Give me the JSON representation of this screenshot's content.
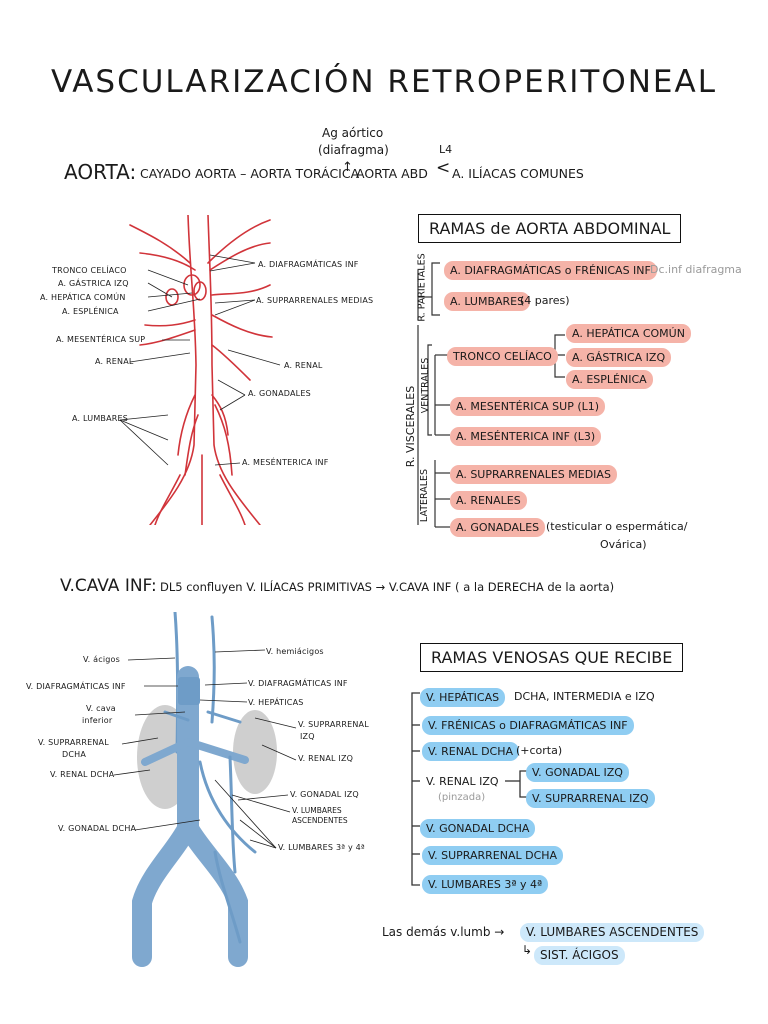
{
  "title": "VASCULARIZACIÓN RETROPERITONEAL",
  "aorta": {
    "label": "AORTA:",
    "text1": "CAYADO AORTA – AORTA TORÁCICA",
    "ag_note1": "Ag aórtico",
    "ag_note2": "(diafragma)",
    "text2": "AORTA ABD",
    "l4_note": "L4",
    "text3": "A. ILÍACAS COMUNES"
  },
  "aorta_diagram": {
    "labels_left": [
      "TRONCO CELÍACO",
      "A. GÁSTRICA IZQ",
      "A. HEPÁTICA COMÚN",
      "A. ESPLÉNICA",
      "A. MESENTÉRICA SUP",
      "A. RENAL",
      "A. LUMBARES"
    ],
    "labels_right": [
      "A. DIAFRAGMÁTICAS INF",
      "A. SUPRARRENALES MEDIAS",
      "A. RENAL",
      "A. GONADALES",
      "A. MESÉNTERICA INF"
    ]
  },
  "ramas_aorta": {
    "header": "RAMAS de AORTA ABDOMINAL",
    "parietales_label": "R. PARIETALES",
    "viscerales_label": "R. VISCERALES",
    "ventrales_label": "VENTRALES",
    "laterales_label": "LATERALES",
    "diafragmaticas": "A. DIAFRAGMÁTICAS o FRÉNICAS INF",
    "diafragmaticas_note": "Dc.inf diafragma",
    "lumbares": "A. LUMBARES",
    "lumbares_note": "(4 pares)",
    "tronco": "TRONCO CELÍACO",
    "tronco_branches": [
      "A. HEPÁTICA COMÚN",
      "A. GÁSTRICA IZQ",
      "A. ESPLÉNICA"
    ],
    "mes_sup": "A. MESENTÉRICA SUP (L1)",
    "mes_inf": "A. MESÉNTERICA INF (L3)",
    "suprarrenales": "A. SUPRARRENALES MEDIAS",
    "renales": "A. RENALES",
    "gonadales": "A. GONADALES",
    "gonadales_note1": "(testicular o espermática/",
    "gonadales_note2": "Ovárica)"
  },
  "vcava": {
    "label": "V.CAVA INF:",
    "text": "DL5 confluyen V. ILÍACAS PRIMITIVAS → V.CAVA INF ( a la DERECHA de la aorta)"
  },
  "vein_diagram": {
    "labels_left": [
      "V. ácigos",
      "V. DIAFRAGMÁTICAS INF",
      "V. cava",
      "inferior",
      "V. SUPRARRENAL",
      "DCHA",
      "V. RENAL DCHA",
      "V. GONADAL DCHA"
    ],
    "labels_right": [
      "V. hemiácigos",
      "V. DIAFRAGMÁTICAS INF",
      "V. HEPÁTICAS",
      "V. SUPRARRENAL",
      "IZQ",
      "V. RENAL IZQ",
      "V. GONADAL IZQ",
      "V. LUMBARES",
      "ASCENDENTES",
      "V. LUMBARES 3ª y 4ª"
    ]
  },
  "ramas_venosas": {
    "header": "RAMAS VENOSAS QUE RECIBE",
    "hepaticas": "V. HEPÁTICAS",
    "hepaticas_note": "DCHA, INTERMEDIA e IZQ",
    "frenicas": "V. FRÉNICAS o DIAFRAGMÁTICAS INF",
    "renal_dcha": "V. RENAL DCHA",
    "renal_dcha_note": "(+corta)",
    "renal_izq": "V. RENAL IZQ",
    "renal_izq_note": "(pinzada)",
    "renal_izq_branches": [
      "V. GONADAL IZQ",
      "V. SUPRARRENAL IZQ"
    ],
    "gonadal_dcha": "V. GONADAL DCHA",
    "suprarrenal_dcha": "V. SUPRARRENAL DCHA",
    "lumbares": "V. LUMBARES 3ª y 4ª",
    "footer_note": "Las demás v.lumb →",
    "footer_a": "V. LUMBARES ASCENDENTES",
    "footer_b": "SIST. ÁCIGOS"
  },
  "colors": {
    "artery": "#d1343a",
    "vein": "#7fa8cf",
    "red_highlight": "#f5b3a8",
    "blue_highlight": "#8fcdf2"
  }
}
